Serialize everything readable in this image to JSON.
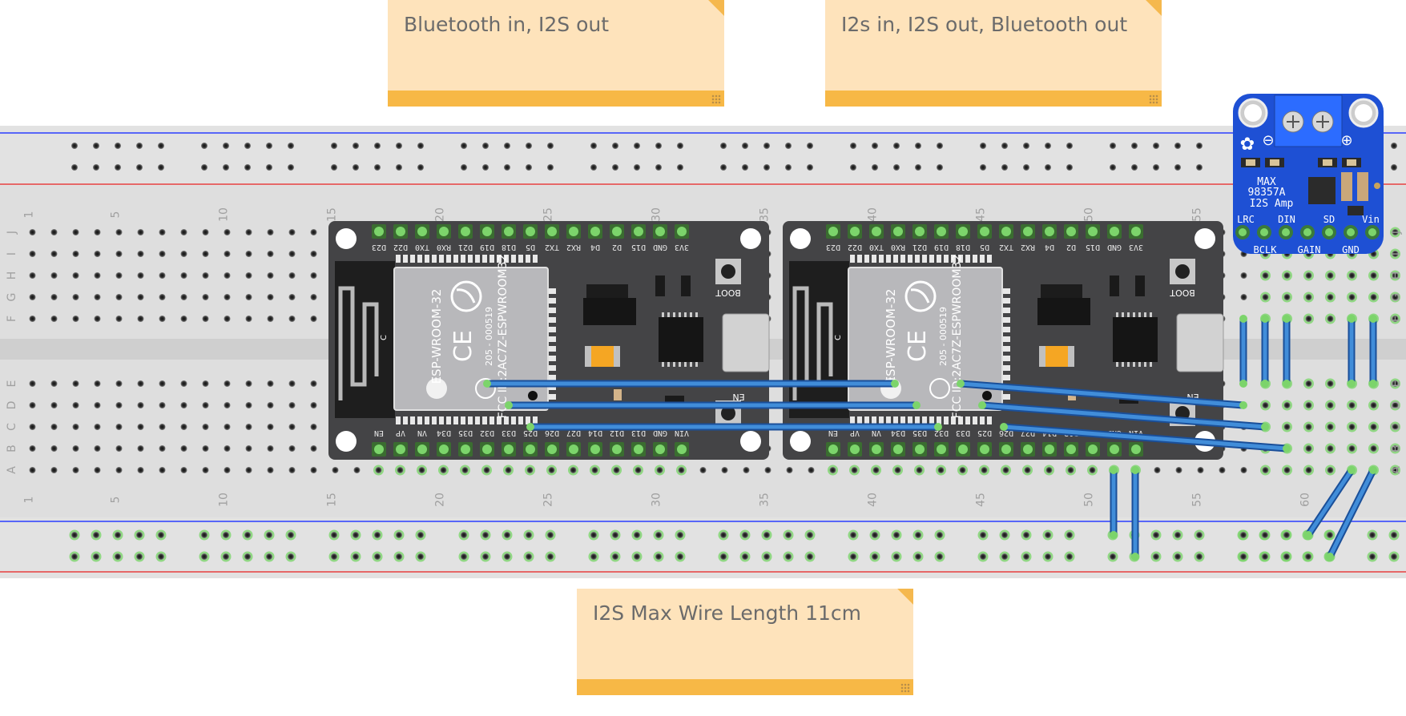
{
  "notes": [
    {
      "text": "Bluetooth in, I2S out"
    },
    {
      "text": "I2s in, I2S out, Bluetooth out"
    },
    {
      "text": "I2S Max Wire Length 11cm"
    }
  ],
  "breadboard": {
    "row_letters_top": [
      "J",
      "I",
      "H",
      "G",
      "F"
    ],
    "row_letters_bottom": [
      "E",
      "D",
      "C",
      "B",
      "A"
    ],
    "column_numbers": [
      "1",
      "5",
      "10",
      "15",
      "20",
      "25",
      "30",
      "35",
      "40",
      "45",
      "50",
      "55",
      "60"
    ]
  },
  "esp32": {
    "module_name": "ESP-WROOM-32",
    "fcc_id": "FCC ID:2AC7Z-ESPWROOM32",
    "code": "205 - 000519",
    "boot_label": "BOOT",
    "en_label": "EN",
    "top_pins": [
      "D23",
      "D22",
      "TX0",
      "RX0",
      "D21",
      "D19",
      "D18",
      "D5",
      "TX2",
      "RX2",
      "D4",
      "D2",
      "D15",
      "GND",
      "3V3"
    ],
    "bottom_pins": [
      "EN",
      "VP",
      "VN",
      "D34",
      "D35",
      "D32",
      "D33",
      "D25",
      "D26",
      "D27",
      "D14",
      "D12",
      "D13",
      "GND",
      "VIN"
    ]
  },
  "amp": {
    "chip_line1": "MAX",
    "chip_line2": "98357A",
    "title": "I2S Amp",
    "top_pins": [
      "LRC",
      "DIN",
      "SD",
      "Vin"
    ],
    "bottom_pins": [
      "BCLK",
      "GAIN",
      "GND"
    ],
    "minus": "⊖",
    "plus": "⊕"
  }
}
